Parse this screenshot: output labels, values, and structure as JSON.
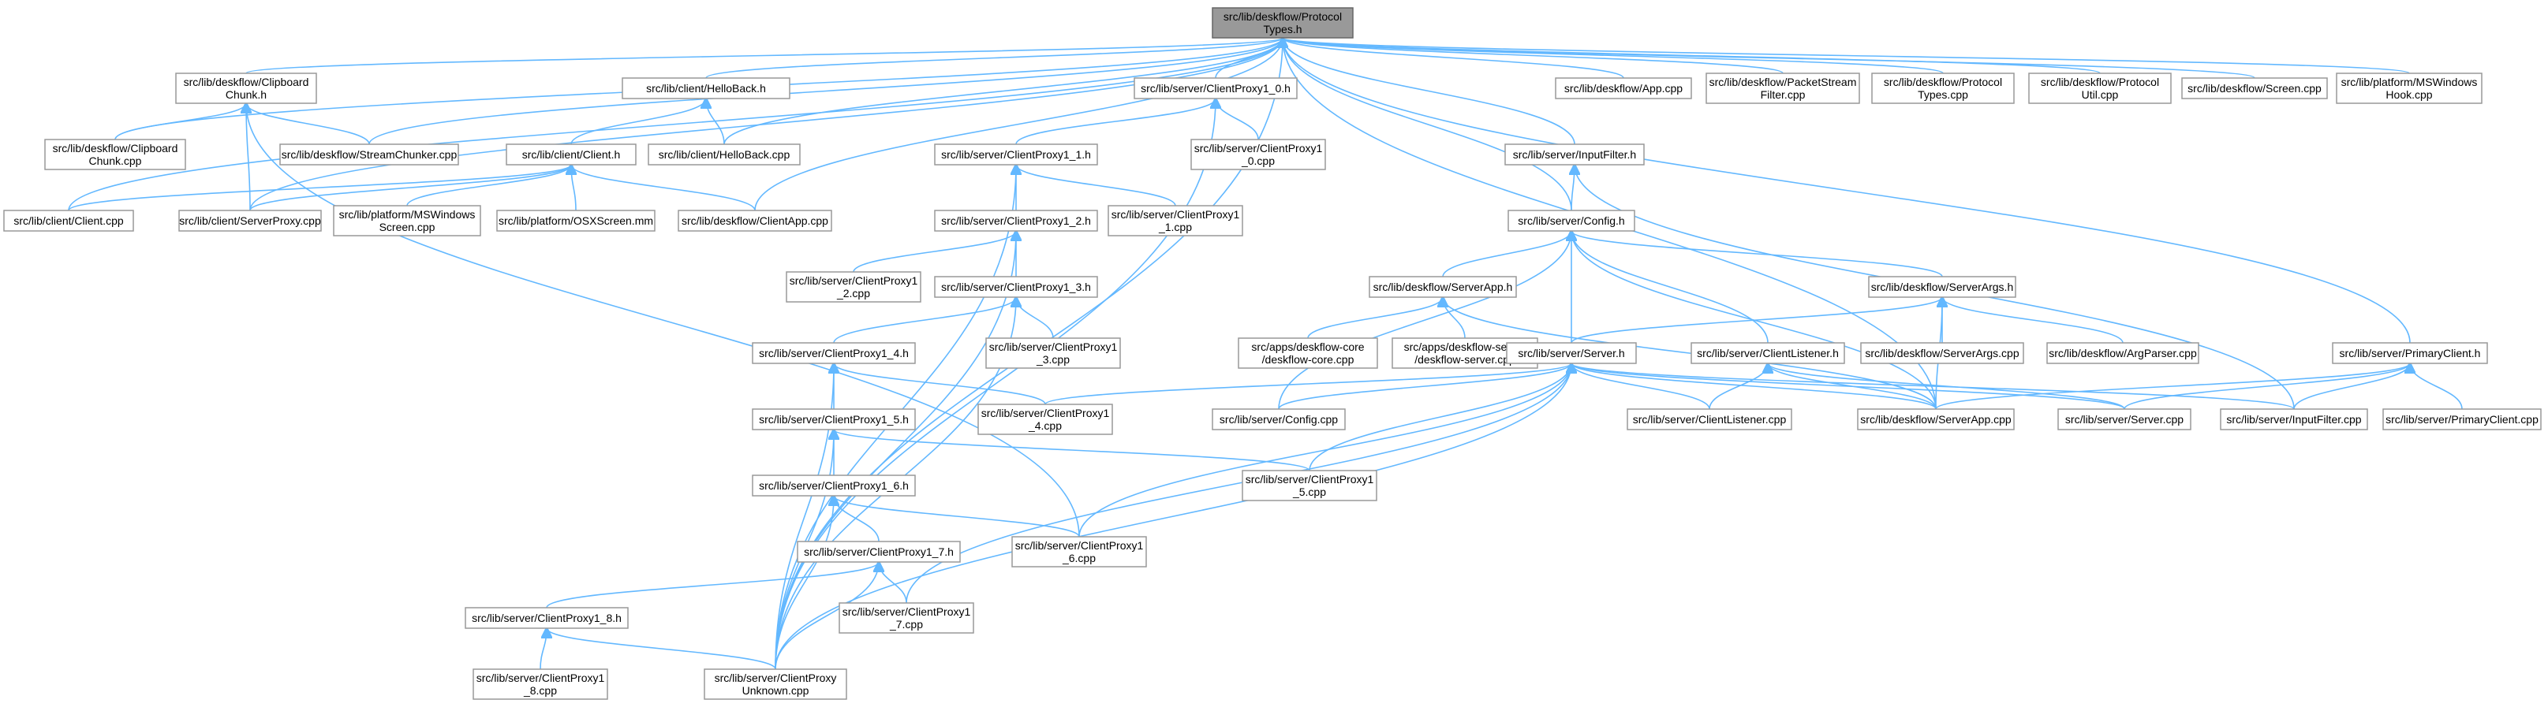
{
  "diagram": {
    "type": "include-dependency-graph",
    "colors": {
      "edge": "#63b8ff",
      "root_fill": "#999999",
      "node_border": "#999999",
      "node_fill": "#ffffff"
    },
    "nodes": [
      {
        "id": "protocol_types_h",
        "lines": [
          "src/lib/deskflow/Protocol",
          "Types.h"
        ],
        "root": true
      },
      {
        "id": "clipboard_chunk_h",
        "lines": [
          "src/lib/deskflow/Clipboard",
          "Chunk.h"
        ]
      },
      {
        "id": "hello_back_h",
        "lines": [
          "src/lib/client/HelloBack.h"
        ]
      },
      {
        "id": "clientproxy1_0_h",
        "lines": [
          "src/lib/server/ClientProxy1_0.h"
        ]
      },
      {
        "id": "app_cpp",
        "lines": [
          "src/lib/deskflow/App.cpp"
        ]
      },
      {
        "id": "packet_stream_filter_cpp",
        "lines": [
          "src/lib/deskflow/PacketStream",
          "Filter.cpp"
        ]
      },
      {
        "id": "protocol_types_cpp",
        "lines": [
          "src/lib/deskflow/Protocol",
          "Types.cpp"
        ]
      },
      {
        "id": "protocol_util_cpp",
        "lines": [
          "src/lib/deskflow/Protocol",
          "Util.cpp"
        ]
      },
      {
        "id": "screen_cpp",
        "lines": [
          "src/lib/deskflow/Screen.cpp"
        ]
      },
      {
        "id": "mswindows_hook_cpp",
        "lines": [
          "src/lib/platform/MSWindows",
          "Hook.cpp"
        ]
      },
      {
        "id": "clipboard_chunk_cpp",
        "lines": [
          "src/lib/deskflow/Clipboard",
          "Chunk.cpp"
        ]
      },
      {
        "id": "stream_chunker_cpp",
        "lines": [
          "src/lib/deskflow/StreamChunker.cpp"
        ]
      },
      {
        "id": "client_h",
        "lines": [
          "src/lib/client/Client.h"
        ]
      },
      {
        "id": "hello_back_cpp",
        "lines": [
          "src/lib/client/HelloBack.cpp"
        ]
      },
      {
        "id": "clientproxy1_1_h",
        "lines": [
          "src/lib/server/ClientProxy1_1.h"
        ]
      },
      {
        "id": "clientproxy1_0_cpp",
        "lines": [
          "src/lib/server/ClientProxy1",
          "_0.cpp"
        ]
      },
      {
        "id": "input_filter_h",
        "lines": [
          "src/lib/server/InputFilter.h"
        ]
      },
      {
        "id": "client_cpp",
        "lines": [
          "src/lib/client/Client.cpp"
        ]
      },
      {
        "id": "server_proxy_cpp",
        "lines": [
          "src/lib/client/ServerProxy.cpp"
        ]
      },
      {
        "id": "mswindows_screen_cpp",
        "lines": [
          "src/lib/platform/MSWindows",
          "Screen.cpp"
        ]
      },
      {
        "id": "osx_screen_mm",
        "lines": [
          "src/lib/platform/OSXScreen.mm"
        ]
      },
      {
        "id": "client_app_cpp",
        "lines": [
          "src/lib/deskflow/ClientApp.cpp"
        ]
      },
      {
        "id": "clientproxy1_2_h",
        "lines": [
          "src/lib/server/ClientProxy1_2.h"
        ]
      },
      {
        "id": "clientproxy1_1_cpp",
        "lines": [
          "src/lib/server/ClientProxy1",
          "_1.cpp"
        ]
      },
      {
        "id": "config_h",
        "lines": [
          "src/lib/server/Config.h"
        ]
      },
      {
        "id": "clientproxy1_2_cpp",
        "lines": [
          "src/lib/server/ClientProxy1",
          "_2.cpp"
        ]
      },
      {
        "id": "clientproxy1_3_h",
        "lines": [
          "src/lib/server/ClientProxy1_3.h"
        ]
      },
      {
        "id": "server_app_h",
        "lines": [
          "src/lib/deskflow/ServerApp.h"
        ]
      },
      {
        "id": "server_args_h",
        "lines": [
          "src/lib/deskflow/ServerArgs.h"
        ]
      },
      {
        "id": "clientproxy1_4_h",
        "lines": [
          "src/lib/server/ClientProxy1_4.h"
        ]
      },
      {
        "id": "clientproxy1_3_cpp",
        "lines": [
          "src/lib/server/ClientProxy1",
          "_3.cpp"
        ]
      },
      {
        "id": "deskflow_core_cpp",
        "lines": [
          "src/apps/deskflow-core",
          "/deskflow-core.cpp"
        ]
      },
      {
        "id": "deskflow_server_cpp",
        "lines": [
          "src/apps/deskflow-server",
          "/deskflow-server.cpp"
        ]
      },
      {
        "id": "server_h",
        "lines": [
          "src/lib/server/Server.h"
        ]
      },
      {
        "id": "client_listener_h",
        "lines": [
          "src/lib/server/ClientListener.h"
        ]
      },
      {
        "id": "server_args_cpp",
        "lines": [
          "src/lib/deskflow/ServerArgs.cpp"
        ]
      },
      {
        "id": "arg_parser_cpp",
        "lines": [
          "src/lib/deskflow/ArgParser.cpp"
        ]
      },
      {
        "id": "primary_client_h",
        "lines": [
          "src/lib/server/PrimaryClient.h"
        ]
      },
      {
        "id": "clientproxy1_5_h",
        "lines": [
          "src/lib/server/ClientProxy1_5.h"
        ]
      },
      {
        "id": "clientproxy1_4_cpp",
        "lines": [
          "src/lib/server/ClientProxy1",
          "_4.cpp"
        ]
      },
      {
        "id": "config_cpp",
        "lines": [
          "src/lib/server/Config.cpp"
        ]
      },
      {
        "id": "client_listener_cpp",
        "lines": [
          "src/lib/server/ClientListener.cpp"
        ]
      },
      {
        "id": "server_app_cpp",
        "lines": [
          "src/lib/deskflow/ServerApp.cpp"
        ]
      },
      {
        "id": "server_cpp",
        "lines": [
          "src/lib/server/Server.cpp"
        ]
      },
      {
        "id": "input_filter_cpp",
        "lines": [
          "src/lib/server/InputFilter.cpp"
        ]
      },
      {
        "id": "primary_client_cpp",
        "lines": [
          "src/lib/server/PrimaryClient.cpp"
        ]
      },
      {
        "id": "clientproxy1_6_h",
        "lines": [
          "src/lib/server/ClientProxy1_6.h"
        ]
      },
      {
        "id": "clientproxy1_5_cpp",
        "lines": [
          "src/lib/server/ClientProxy1",
          "_5.cpp"
        ]
      },
      {
        "id": "clientproxy1_7_h",
        "lines": [
          "src/lib/server/ClientProxy1_7.h"
        ]
      },
      {
        "id": "clientproxy1_6_cpp",
        "lines": [
          "src/lib/server/ClientProxy1",
          "_6.cpp"
        ]
      },
      {
        "id": "clientproxy1_8_h",
        "lines": [
          "src/lib/server/ClientProxy1_8.h"
        ]
      },
      {
        "id": "clientproxy1_7_cpp",
        "lines": [
          "src/lib/server/ClientProxy1",
          "_7.cpp"
        ]
      },
      {
        "id": "clientproxy1_8_cpp",
        "lines": [
          "src/lib/server/ClientProxy1",
          "_8.cpp"
        ]
      },
      {
        "id": "clientproxy_unknown_cpp",
        "lines": [
          "src/lib/server/ClientProxy",
          "Unknown.cpp"
        ]
      }
    ],
    "edges": [
      [
        "clipboard_chunk_h",
        "protocol_types_h"
      ],
      [
        "hello_back_h",
        "protocol_types_h"
      ],
      [
        "clientproxy1_0_h",
        "protocol_types_h"
      ],
      [
        "app_cpp",
        "protocol_types_h"
      ],
      [
        "packet_stream_filter_cpp",
        "protocol_types_h"
      ],
      [
        "protocol_types_cpp",
        "protocol_types_h"
      ],
      [
        "protocol_util_cpp",
        "protocol_types_h"
      ],
      [
        "screen_cpp",
        "protocol_types_h"
      ],
      [
        "mswindows_hook_cpp",
        "protocol_types_h"
      ],
      [
        "clipboard_chunk_cpp",
        "protocol_types_h"
      ],
      [
        "stream_chunker_cpp",
        "protocol_types_h"
      ],
      [
        "hello_back_cpp",
        "protocol_types_h"
      ],
      [
        "input_filter_h",
        "protocol_types_h"
      ],
      [
        "client_cpp",
        "protocol_types_h"
      ],
      [
        "server_proxy_cpp",
        "protocol_types_h"
      ],
      [
        "client_app_cpp",
        "protocol_types_h"
      ],
      [
        "config_h",
        "protocol_types_h"
      ],
      [
        "primary_client_h",
        "protocol_types_h"
      ],
      [
        "server_app_cpp",
        "protocol_types_h"
      ],
      [
        "clientproxy_unknown_cpp",
        "protocol_types_h"
      ],
      [
        "clipboard_chunk_cpp",
        "clipboard_chunk_h"
      ],
      [
        "stream_chunker_cpp",
        "clipboard_chunk_h"
      ],
      [
        "server_proxy_cpp",
        "clipboard_chunk_h"
      ],
      [
        "clientproxy1_6_cpp",
        "clipboard_chunk_h"
      ],
      [
        "client_h",
        "hello_back_h"
      ],
      [
        "hello_back_cpp",
        "hello_back_h"
      ],
      [
        "client_cpp",
        "client_h"
      ],
      [
        "server_proxy_cpp",
        "client_h"
      ],
      [
        "mswindows_screen_cpp",
        "client_h"
      ],
      [
        "osx_screen_mm",
        "client_h"
      ],
      [
        "client_app_cpp",
        "client_h"
      ],
      [
        "clientproxy1_1_h",
        "clientproxy1_0_h"
      ],
      [
        "clientproxy1_0_cpp",
        "clientproxy1_0_h"
      ],
      [
        "clientproxy_unknown_cpp",
        "clientproxy1_0_h"
      ],
      [
        "clientproxy1_2_h",
        "clientproxy1_1_h"
      ],
      [
        "clientproxy1_1_cpp",
        "clientproxy1_1_h"
      ],
      [
        "clientproxy_unknown_cpp",
        "clientproxy1_1_h"
      ],
      [
        "clientproxy1_3_h",
        "clientproxy1_2_h"
      ],
      [
        "clientproxy1_2_cpp",
        "clientproxy1_2_h"
      ],
      [
        "clientproxy_unknown_cpp",
        "clientproxy1_2_h"
      ],
      [
        "clientproxy1_4_h",
        "clientproxy1_3_h"
      ],
      [
        "clientproxy1_3_cpp",
        "clientproxy1_3_h"
      ],
      [
        "clientproxy_unknown_cpp",
        "clientproxy1_3_h"
      ],
      [
        "clientproxy1_5_h",
        "clientproxy1_4_h"
      ],
      [
        "clientproxy1_4_cpp",
        "clientproxy1_4_h"
      ],
      [
        "clientproxy_unknown_cpp",
        "clientproxy1_4_h"
      ],
      [
        "clientproxy1_6_h",
        "clientproxy1_5_h"
      ],
      [
        "clientproxy1_5_cpp",
        "clientproxy1_5_h"
      ],
      [
        "clientproxy_unknown_cpp",
        "clientproxy1_5_h"
      ],
      [
        "clientproxy1_7_h",
        "clientproxy1_6_h"
      ],
      [
        "clientproxy1_6_cpp",
        "clientproxy1_6_h"
      ],
      [
        "clientproxy_unknown_cpp",
        "clientproxy1_6_h"
      ],
      [
        "clientproxy1_8_h",
        "clientproxy1_7_h"
      ],
      [
        "clientproxy1_7_cpp",
        "clientproxy1_7_h"
      ],
      [
        "clientproxy_unknown_cpp",
        "clientproxy1_7_h"
      ],
      [
        "clientproxy1_8_cpp",
        "clientproxy1_8_h"
      ],
      [
        "clientproxy_unknown_cpp",
        "clientproxy1_8_h"
      ],
      [
        "config_h",
        "input_filter_h"
      ],
      [
        "input_filter_cpp",
        "input_filter_h"
      ],
      [
        "server_app_h",
        "config_h"
      ],
      [
        "server_args_h",
        "config_h"
      ],
      [
        "server_h",
        "config_h"
      ],
      [
        "client_listener_h",
        "config_h"
      ],
      [
        "config_cpp",
        "config_h"
      ],
      [
        "server_app_cpp",
        "config_h"
      ],
      [
        "deskflow_core_cpp",
        "server_app_h"
      ],
      [
        "deskflow_server_cpp",
        "server_app_h"
      ],
      [
        "server_app_cpp",
        "server_app_h"
      ],
      [
        "server_h",
        "server_args_h"
      ],
      [
        "server_args_cpp",
        "server_args_h"
      ],
      [
        "arg_parser_cpp",
        "server_args_h"
      ],
      [
        "server_app_cpp",
        "server_args_h"
      ],
      [
        "clientproxy1_4_cpp",
        "server_h"
      ],
      [
        "config_cpp",
        "server_h"
      ],
      [
        "client_listener_cpp",
        "server_h"
      ],
      [
        "server_app_cpp",
        "server_h"
      ],
      [
        "server_cpp",
        "server_h"
      ],
      [
        "input_filter_cpp",
        "server_h"
      ],
      [
        "clientproxy1_5_cpp",
        "server_h"
      ],
      [
        "clientproxy1_6_cpp",
        "server_h"
      ],
      [
        "clientproxy1_7_cpp",
        "server_h"
      ],
      [
        "clientproxy_unknown_cpp",
        "server_h"
      ],
      [
        "client_listener_cpp",
        "client_listener_h"
      ],
      [
        "server_app_cpp",
        "client_listener_h"
      ],
      [
        "server_cpp",
        "client_listener_h"
      ],
      [
        "server_app_cpp",
        "primary_client_h"
      ],
      [
        "server_cpp",
        "primary_client_h"
      ],
      [
        "input_filter_cpp",
        "primary_client_h"
      ],
      [
        "primary_client_cpp",
        "primary_client_h"
      ]
    ]
  }
}
